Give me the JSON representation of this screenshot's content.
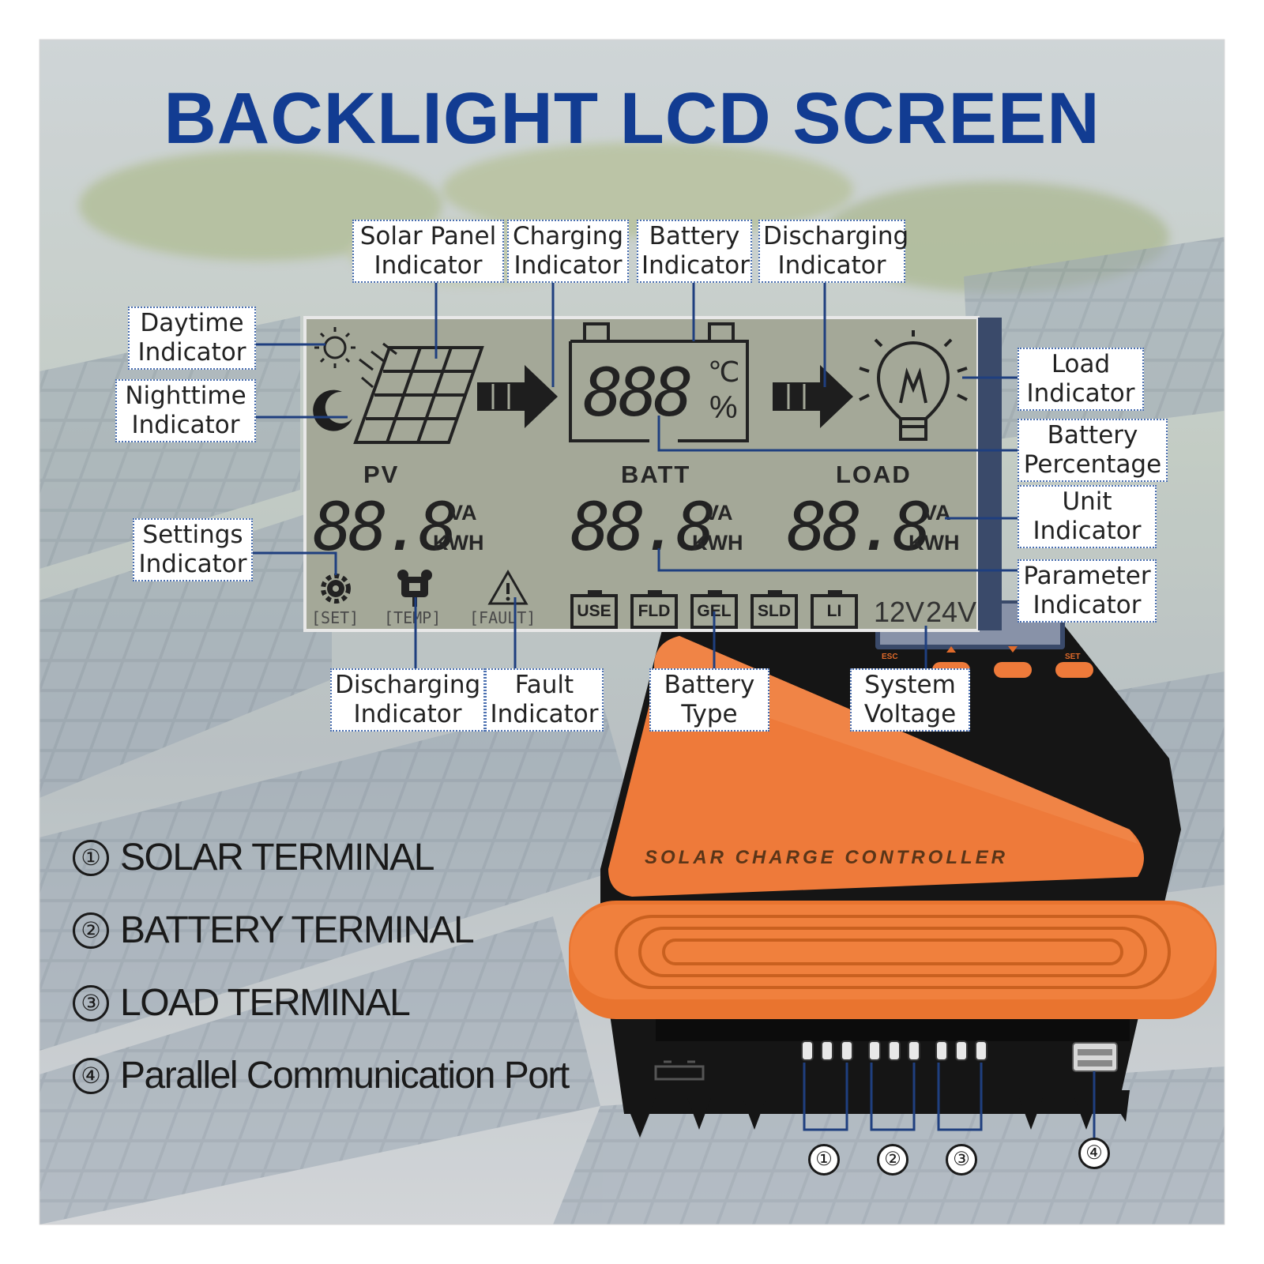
{
  "title": "BACKLIGHT LCD SCREEN",
  "colors": {
    "title": "#123c92",
    "callout_border": "#4a6fb0",
    "lcd_background": "#a4a898",
    "device_orange": "#ee7a3a",
    "device_black": "#151515"
  },
  "callouts": {
    "solar_panel": [
      "Solar Panel",
      "Indicator"
    ],
    "charging": [
      "Charging",
      "Indicator"
    ],
    "battery": [
      "Battery",
      "Indicator"
    ],
    "discharging_top": [
      "Discharging",
      "Indicator"
    ],
    "daytime": [
      "Daytime",
      "Indicator"
    ],
    "nighttime": [
      "Nighttime",
      "Indicator"
    ],
    "load": [
      "Load",
      "Indicator"
    ],
    "battery_percentage": [
      "Battery",
      "Percentage"
    ],
    "unit": [
      "Unit",
      "Indicator"
    ],
    "parameter": [
      "Parameter",
      "Indicator"
    ],
    "settings": [
      "Settings",
      "Indicator"
    ],
    "discharging_bottom": [
      "Discharging",
      "Indicator"
    ],
    "fault": [
      "Fault",
      "Indicator"
    ],
    "battery_type": [
      "Battery",
      "Type"
    ],
    "system_voltage": [
      "System",
      "Voltage"
    ]
  },
  "lcd": {
    "headings": {
      "pv": "PV",
      "batt": "BATT",
      "load": "LOAD"
    },
    "battery_digits": "888",
    "celsius": "℃",
    "percent": "%",
    "pv_value": "88.8",
    "batt_value": "88.8",
    "load_value": "88.8",
    "unit_va": "VA",
    "unit_kwh": "KWH",
    "set_label": "[SET]",
    "temp_label": "[TEMP]",
    "fault_label": "[FAULT]",
    "battery_types": [
      "USE",
      "FLD",
      "GEL",
      "SLD",
      "LI"
    ],
    "voltage_12": "12V",
    "voltage_24": "24V"
  },
  "icons": {
    "daytime": "sun-icon",
    "nighttime": "moon-icon",
    "solar_panel": "solar-panel-icon",
    "charging_arrow": "arrow-right-icon",
    "battery": "battery-icon",
    "load": "light-bulb-icon",
    "settings": "gear-icon",
    "temperature": "temperature-icon",
    "fault": "warning-icon"
  },
  "terminals": [
    {
      "num": "①",
      "label": "SOLAR TERMINAL"
    },
    {
      "num": "②",
      "label": "BATTERY TERMINAL"
    },
    {
      "num": "③",
      "label": "LOAD TERMINAL"
    },
    {
      "num": "④",
      "label": "Parallel Communication Port"
    }
  ],
  "device": {
    "label": "SOLAR CHARGE CONTROLLER",
    "button_labels": {
      "esc": "ESC",
      "set": "SET"
    },
    "ports": [
      "①",
      "②",
      "③",
      "④"
    ]
  }
}
